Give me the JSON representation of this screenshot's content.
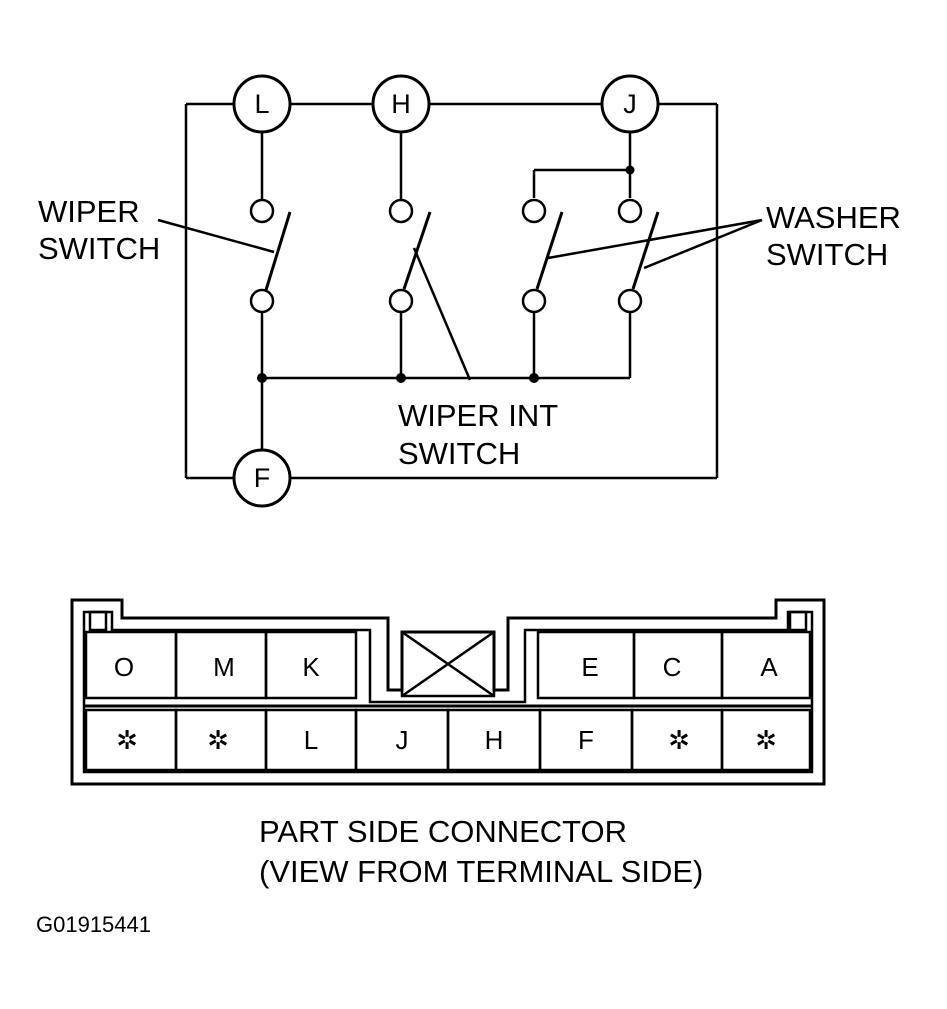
{
  "schematic": {
    "terminals": {
      "l": "L",
      "h": "H",
      "j": "J",
      "f": "F"
    },
    "wiper_switch_label": [
      "WIPER",
      "SWITCH"
    ],
    "washer_switch_label": [
      "WASHER",
      "SWITCH"
    ],
    "wiper_int_switch_label": [
      "WIPER INT",
      "SWITCH"
    ]
  },
  "connector": {
    "top_row": [
      "O",
      "M",
      "K",
      "",
      "E",
      "C",
      "A"
    ],
    "bottom_row": [
      "✲",
      "✲",
      "L",
      "J",
      "H",
      "F",
      "✲",
      "✲"
    ],
    "caption": [
      "PART SIDE CONNECTOR",
      "(VIEW FROM TERMINAL SIDE)"
    ]
  },
  "figure_id": "G01915441"
}
